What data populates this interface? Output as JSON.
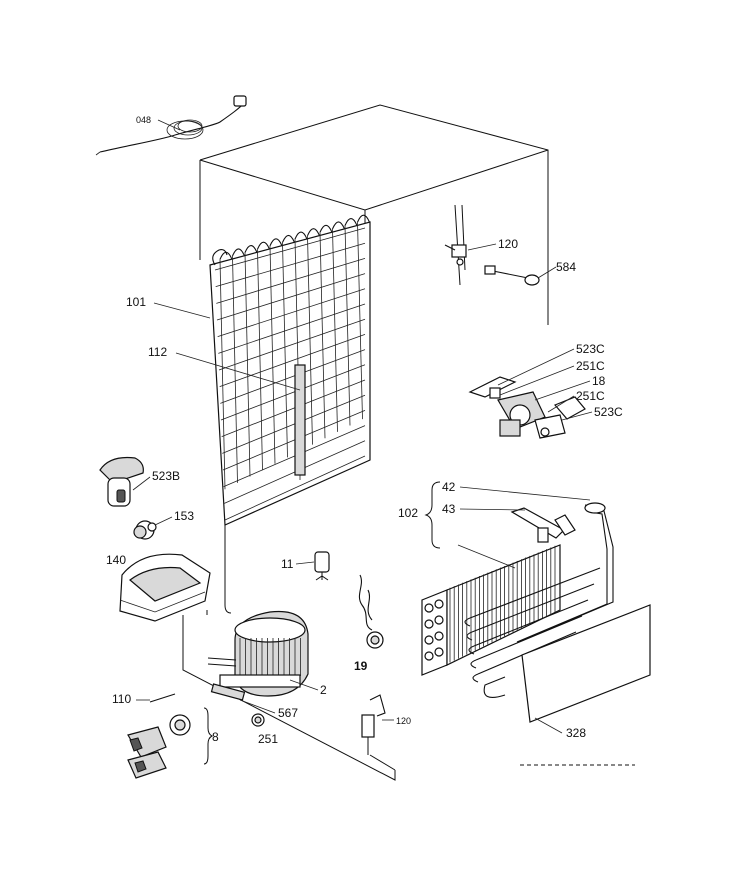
{
  "labels": {
    "p048": "048",
    "p120a": "120",
    "p584": "584",
    "p101": "101",
    "p112": "112",
    "p523c_a": "523C",
    "p251c_a": "251C",
    "p18": "18",
    "p251c_b": "251C",
    "p523c_b": "523C",
    "p523b": "523B",
    "p153": "153",
    "p42": "42",
    "p102": "102",
    "p43": "43",
    "p140": "140",
    "p11": "11",
    "p19": "19",
    "p2": "2",
    "p110": "110",
    "p567": "567",
    "p8": "8",
    "p251": "251",
    "p120b": "120",
    "p328": "328"
  }
}
